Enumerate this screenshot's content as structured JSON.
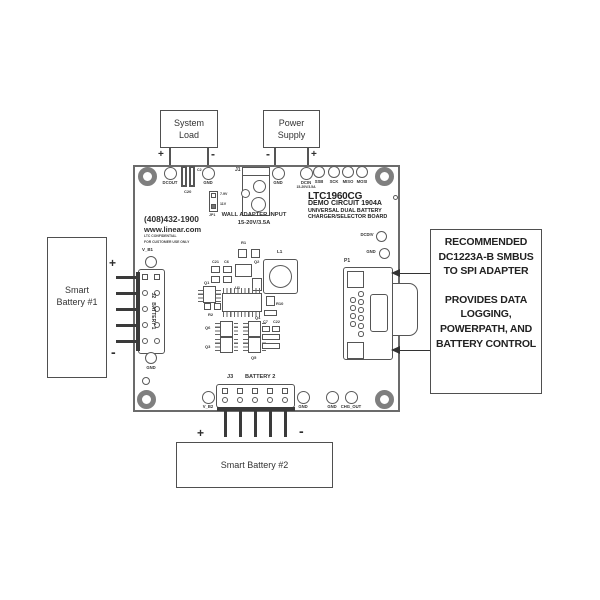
{
  "colors": {
    "ink": "#3c3c3c",
    "line": "#5a5a5a",
    "background": "#ffffff"
  },
  "external": {
    "system_load": {
      "line1": "System",
      "line2": "Load",
      "plus": "+",
      "minus": "-"
    },
    "power_supply": {
      "line1": "Power",
      "line2": "Supply",
      "minus": "-",
      "plus": "+"
    },
    "smart_battery_1": {
      "line1": "Smart",
      "line2": "Battery #1",
      "plus": "+",
      "minus": "-"
    },
    "smart_battery_2": {
      "label": "Smart Battery #2",
      "plus": "+",
      "minus": "-"
    },
    "adapter_note": {
      "lines": [
        "RECOMMENDED",
        "DC1223A-B SMBUS",
        "TO SPI ADAPTER",
        "PROVIDES DATA",
        "LOGGING,",
        "POWERPATH, AND",
        "BATTERY CONTROL"
      ]
    }
  },
  "board": {
    "title": "LTC1960CG",
    "subtitle": "DEMO CIRCUIT 1904A",
    "desc_line1": "UNIVERSAL DUAL BATTERY",
    "desc_line2": "CHARGER/SELECTOR BOARD",
    "phone": "(408)432-1900",
    "website": "www.linear.com",
    "confidential_line1": "LTC CONFIDENTIAL",
    "confidential_line2": "FOR CUSTOMER USE ONLY",
    "wall_adapter_line1": "WALL ADAPTER INPUT",
    "wall_adapter_line2": "15-20V/3.5A"
  },
  "pads": {
    "dcout": "DCOUT",
    "gnd_top_left": "GND",
    "gnd_top_mid": "GND",
    "dcin_line1": "DCIN",
    "dcin_line2": "15-20V/3.5A",
    "ssb": "SSB",
    "sck": "SCK",
    "miso": "MISO",
    "mosi": "MOSI",
    "dcdiv": "DCDIV",
    "gnd_right": "GND",
    "v_b1": "V_B1",
    "gnd_left": "GND",
    "v_b2": "V_B2",
    "gnd_bottom_1": "GND",
    "gnd_bottom_2": "GND",
    "chg_out": "CHG_OUT"
  },
  "connectors": {
    "j1": "J1",
    "j2_label": "J2   BATTERY 1",
    "j3": "J3",
    "j3_battery": "BATTERY 2",
    "p1": "P1",
    "jp1": "JP1",
    "jp1_option_top": "7.9V",
    "jp1_option_bottom": "11V"
  },
  "components": {
    "r1": "R1",
    "r2": "R2",
    "r10": "R10",
    "q1": "Q1",
    "q2": "Q2",
    "q3": "Q3",
    "q4": "Q4",
    "q5": "Q5",
    "q6": "Q6",
    "d2": "D2",
    "l1": "L1",
    "u1": "U1",
    "c2": "C2",
    "c20": "C20",
    "c21": "C21",
    "c6": "C6",
    "c7": "C7",
    "c22": "C22"
  }
}
